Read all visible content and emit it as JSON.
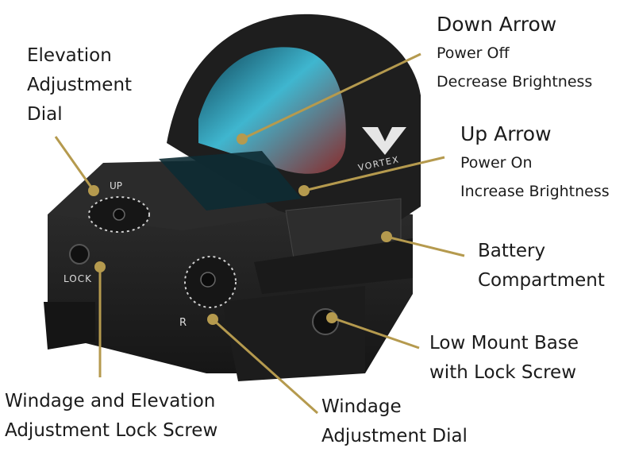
{
  "callouts": {
    "down_arrow": {
      "title": "Down Arrow",
      "line1": "Power Off",
      "line2": "Decrease Brightness"
    },
    "up_arrow": {
      "title": "Up Arrow",
      "line1": "Power On",
      "line2": "Increase Brightness"
    },
    "elevation_dial": {
      "line1": "Elevation",
      "line2": "Adjustment",
      "line3": "Dial"
    },
    "battery": {
      "line1": "Battery",
      "line2": "Compartment"
    },
    "mount_base": {
      "line1": "Low Mount Base",
      "line2": "with Lock Screw"
    },
    "lock_screw": {
      "line1": "Windage and Elevation",
      "line2": "Adjustment Lock Screw"
    },
    "windage_dial": {
      "line1": "Windage",
      "line2": "Adjustment Dial"
    }
  },
  "product": {
    "brand": "VORTEX",
    "engraving_up": "UP",
    "engraving_lock": "LOCK",
    "engraving_right": "R"
  },
  "colors": {
    "leader": "#b59a4e",
    "body": "#222222",
    "lens": "#3fa8bf"
  }
}
